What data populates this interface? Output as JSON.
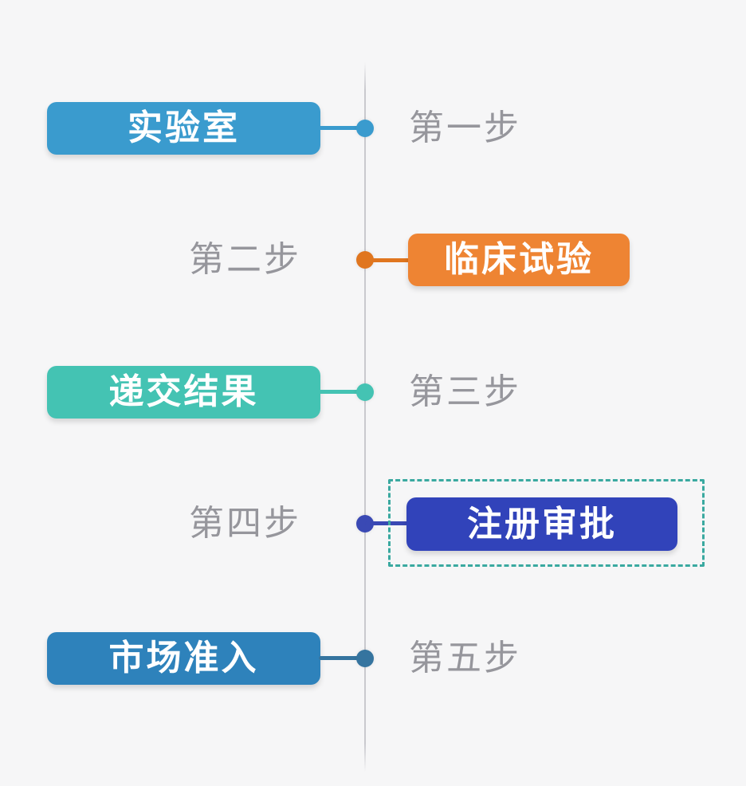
{
  "timeline": {
    "line_color": "#c9c9ce"
  },
  "steps": [
    {
      "box_label": "实验室",
      "step_label": "第一步",
      "side": "left",
      "box_color": "#3a9bce",
      "connector_color": "#3a9bce",
      "dot_color": "#3a9bce",
      "box_text_color": "#ffffff",
      "step_label_color": "#96969c"
    },
    {
      "box_label": "临床试验",
      "step_label": "第二步",
      "side": "right",
      "box_color": "#ee8433",
      "connector_color": "#e0761f",
      "dot_color": "#e0761f",
      "box_text_color": "#ffffff",
      "step_label_color": "#96969c"
    },
    {
      "box_label": "递交结果",
      "step_label": "第三步",
      "side": "left",
      "box_color": "#44c3b3",
      "connector_color": "#44c3b3",
      "dot_color": "#44c3b3",
      "box_text_color": "#ffffff",
      "step_label_color": "#96969c"
    },
    {
      "box_label": "注册审批",
      "step_label": "第四步",
      "side": "right",
      "box_color": "#3143ba",
      "connector_color": "#3a49b4",
      "dot_color": "#3a49b4",
      "box_text_color": "#ffffff",
      "step_label_color": "#96969c",
      "highlighted": true,
      "highlight_border_color": "#3aa9a0"
    },
    {
      "box_label": "市场准入",
      "step_label": "第五步",
      "side": "left",
      "box_color": "#2e82bb",
      "connector_color": "#35749f",
      "dot_color": "#35749f",
      "box_text_color": "#ffffff",
      "step_label_color": "#96969c"
    }
  ]
}
